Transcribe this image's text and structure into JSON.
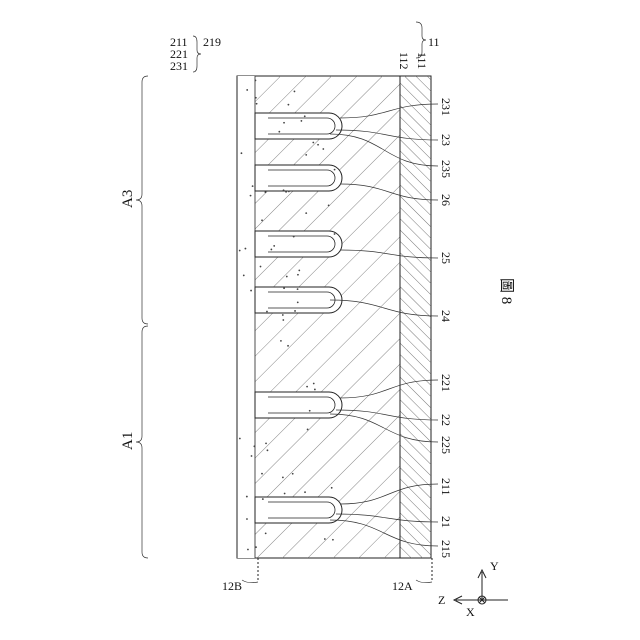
{
  "figure": {
    "caption": "圖 8"
  },
  "labels": {
    "l211": "211",
    "l221": "221",
    "l231": "231",
    "l219": "219",
    "l11": "11",
    "l112": "112",
    "l111": "111",
    "lA3": "A3",
    "lA1": "A1",
    "l12B": "12B",
    "l12A": "12A",
    "r231": "231",
    "r23": "23",
    "r235": "235",
    "r26": "26",
    "r25": "25",
    "r24": "24",
    "r221": "221",
    "r22": "22",
    "r225": "225",
    "r211": "211",
    "r21": "21",
    "r215": "215",
    "axZ": "Z",
    "axX": "X",
    "axY": "Y"
  },
  "colors": {
    "line": "#222222",
    "hatch": "#555555",
    "background": "#ffffff"
  }
}
